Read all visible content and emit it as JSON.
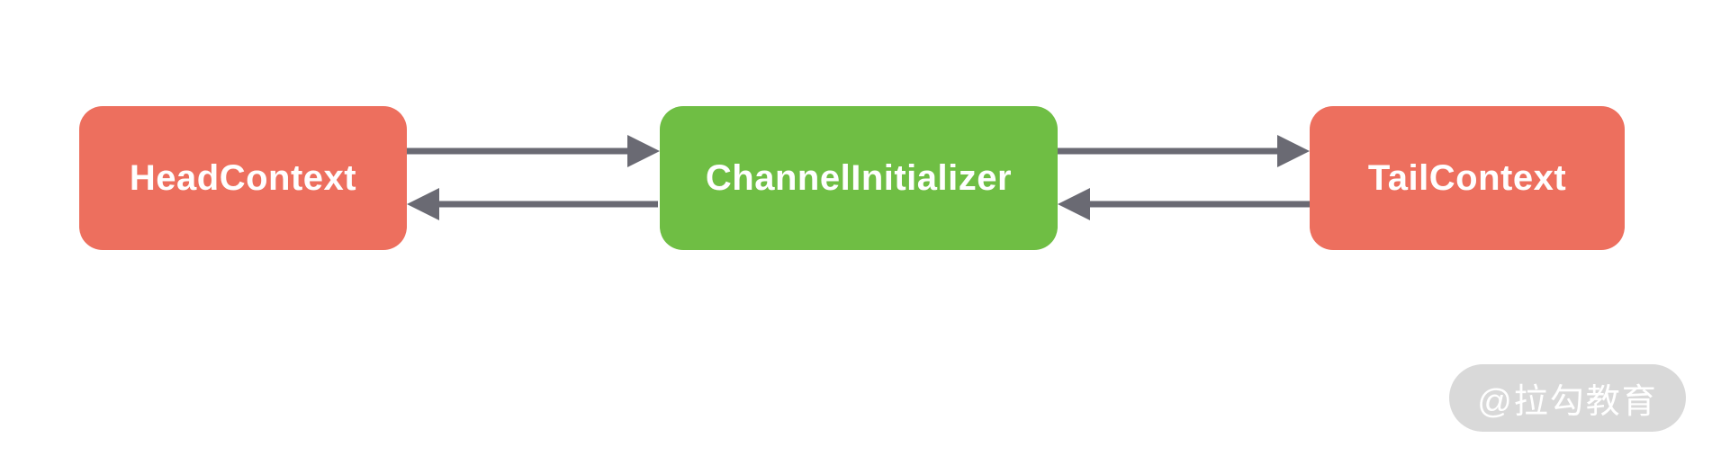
{
  "diagram": {
    "background": "#FFFFFF",
    "arrow_color": "#6A6A73",
    "nodes": [
      {
        "id": "head-context",
        "label": "HeadContext",
        "fill": "#ED6F5E",
        "text_color": "#FFFFFF"
      },
      {
        "id": "channel-initializer",
        "label": "ChannelInitializer",
        "fill": "#6FBE44",
        "text_color": "#FFFFFF"
      },
      {
        "id": "tail-context",
        "label": "TailContext",
        "fill": "#ED6F5E",
        "text_color": "#FFFFFF"
      }
    ],
    "edges": [
      {
        "from": "HeadContext",
        "to": "ChannelInitializer",
        "direction": "right"
      },
      {
        "from": "ChannelInitializer",
        "to": "HeadContext",
        "direction": "left"
      },
      {
        "from": "ChannelInitializer",
        "to": "TailContext",
        "direction": "right"
      },
      {
        "from": "TailContext",
        "to": "ChannelInitializer",
        "direction": "left"
      }
    ]
  },
  "watermark": {
    "label": "@拉勾教育",
    "background": "#D9D9D9",
    "text_color": "#FFFFFF"
  }
}
